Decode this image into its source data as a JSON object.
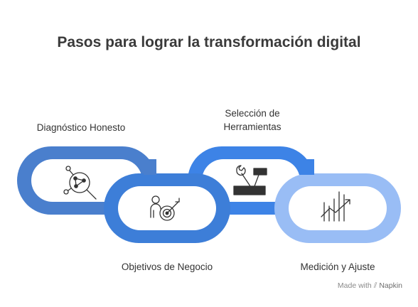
{
  "title": "Pasos para lograr la transformación digital",
  "steps": [
    {
      "label": "Diagnóstico Honesto",
      "icon": "magnifier-network-icon",
      "color": "#4a7fcd"
    },
    {
      "label": "Selección de Herramientas",
      "icon": "tools-toolbox-icon",
      "color": "#3d83e6"
    },
    {
      "label": "Objetivos de Negocio",
      "icon": "person-target-icon",
      "color": "#3d7ed8"
    },
    {
      "label": "Medición y Ajuste",
      "icon": "growth-chart-icon",
      "color": "#99bdf5"
    }
  ],
  "watermark": {
    "prefix": "Made with",
    "brand": "Napkin"
  }
}
